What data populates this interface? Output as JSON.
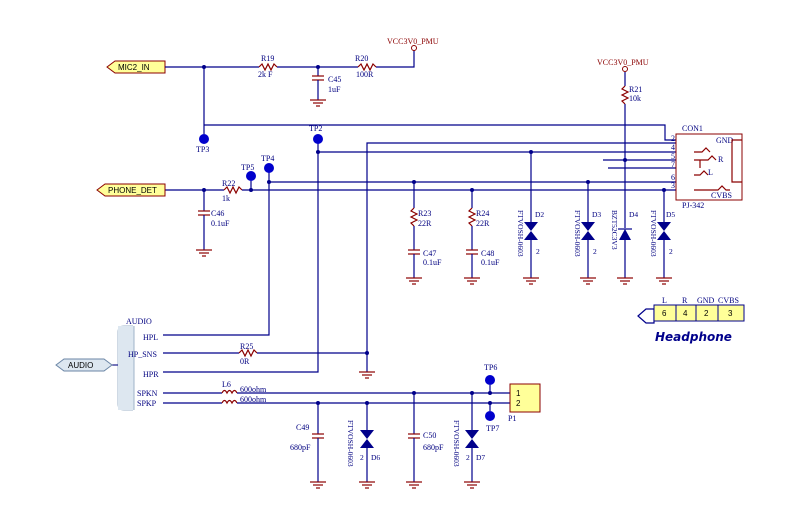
{
  "ports": {
    "mic2_in": "MIC2_IN",
    "phone_det": "PHONE_DET",
    "audio": "AUDIO"
  },
  "power": {
    "vcc_left": "VCC3V0_PMU",
    "vcc_right": "VCC3V0_PMU"
  },
  "resistors": {
    "r19": {
      "ref": "R19",
      "value": "2k F"
    },
    "r20": {
      "ref": "R20",
      "value": "100R"
    },
    "r21": {
      "ref": "R21",
      "value": "10k"
    },
    "r22": {
      "ref": "R22",
      "value": "1k"
    },
    "r23": {
      "ref": "R23",
      "value": "22R"
    },
    "r24": {
      "ref": "R24",
      "value": "22R"
    },
    "r25": {
      "ref": "R25",
      "value": "0R"
    }
  },
  "capacitors": {
    "c45": {
      "ref": "C45",
      "value": "1uF"
    },
    "c46": {
      "ref": "C46",
      "value": "0.1uF"
    },
    "c47": {
      "ref": "C47",
      "value": "0.1uF"
    },
    "c48": {
      "ref": "C48",
      "value": "0.1uF"
    },
    "c49": {
      "ref": "C49",
      "value": "680pF"
    },
    "c50": {
      "ref": "C50",
      "value": "680pF"
    }
  },
  "inductors": {
    "l6": {
      "ref": "L6",
      "value1": "600ohm",
      "value2": "600ohm"
    }
  },
  "diodes": {
    "d2": {
      "ref": "D2",
      "part": "FTVOSH-0603"
    },
    "d3": {
      "ref": "D3",
      "part": "FTVOSH-0603"
    },
    "d4": {
      "ref": "D4",
      "part": "BZT52C3V3"
    },
    "d5": {
      "ref": "D5",
      "part": "FTVOSH-0603"
    },
    "d6": {
      "ref": "D6",
      "part": "FTVOSH-0603"
    },
    "d7": {
      "ref": "D7",
      "part": "FTVOSH-0603"
    },
    "pin_two": "2"
  },
  "testpoints": {
    "tp2": "TP2",
    "tp3": "TP3",
    "tp4": "TP4",
    "tp5": "TP5",
    "tp6": "TP6",
    "tp7": "TP7"
  },
  "connector": {
    "ref": "CON1",
    "part": "PJ-342",
    "gnd": "GND",
    "cvbs": "CVBS",
    "r": "R",
    "l": "L",
    "pins": [
      "2",
      "4",
      "5",
      "7",
      "6",
      "3"
    ]
  },
  "audio_block": {
    "title": "AUDIO",
    "pins": [
      "HPL",
      "HP_SNS",
      "HPR",
      "SPKN",
      "SPKP"
    ]
  },
  "p1": {
    "ref": "P1",
    "pins": [
      "1",
      "2"
    ]
  },
  "headphone": {
    "title": "Headphone",
    "labels": [
      "L",
      "R",
      "GND",
      "CVBS"
    ],
    "pins": [
      "6",
      "4",
      "2",
      "3"
    ]
  }
}
